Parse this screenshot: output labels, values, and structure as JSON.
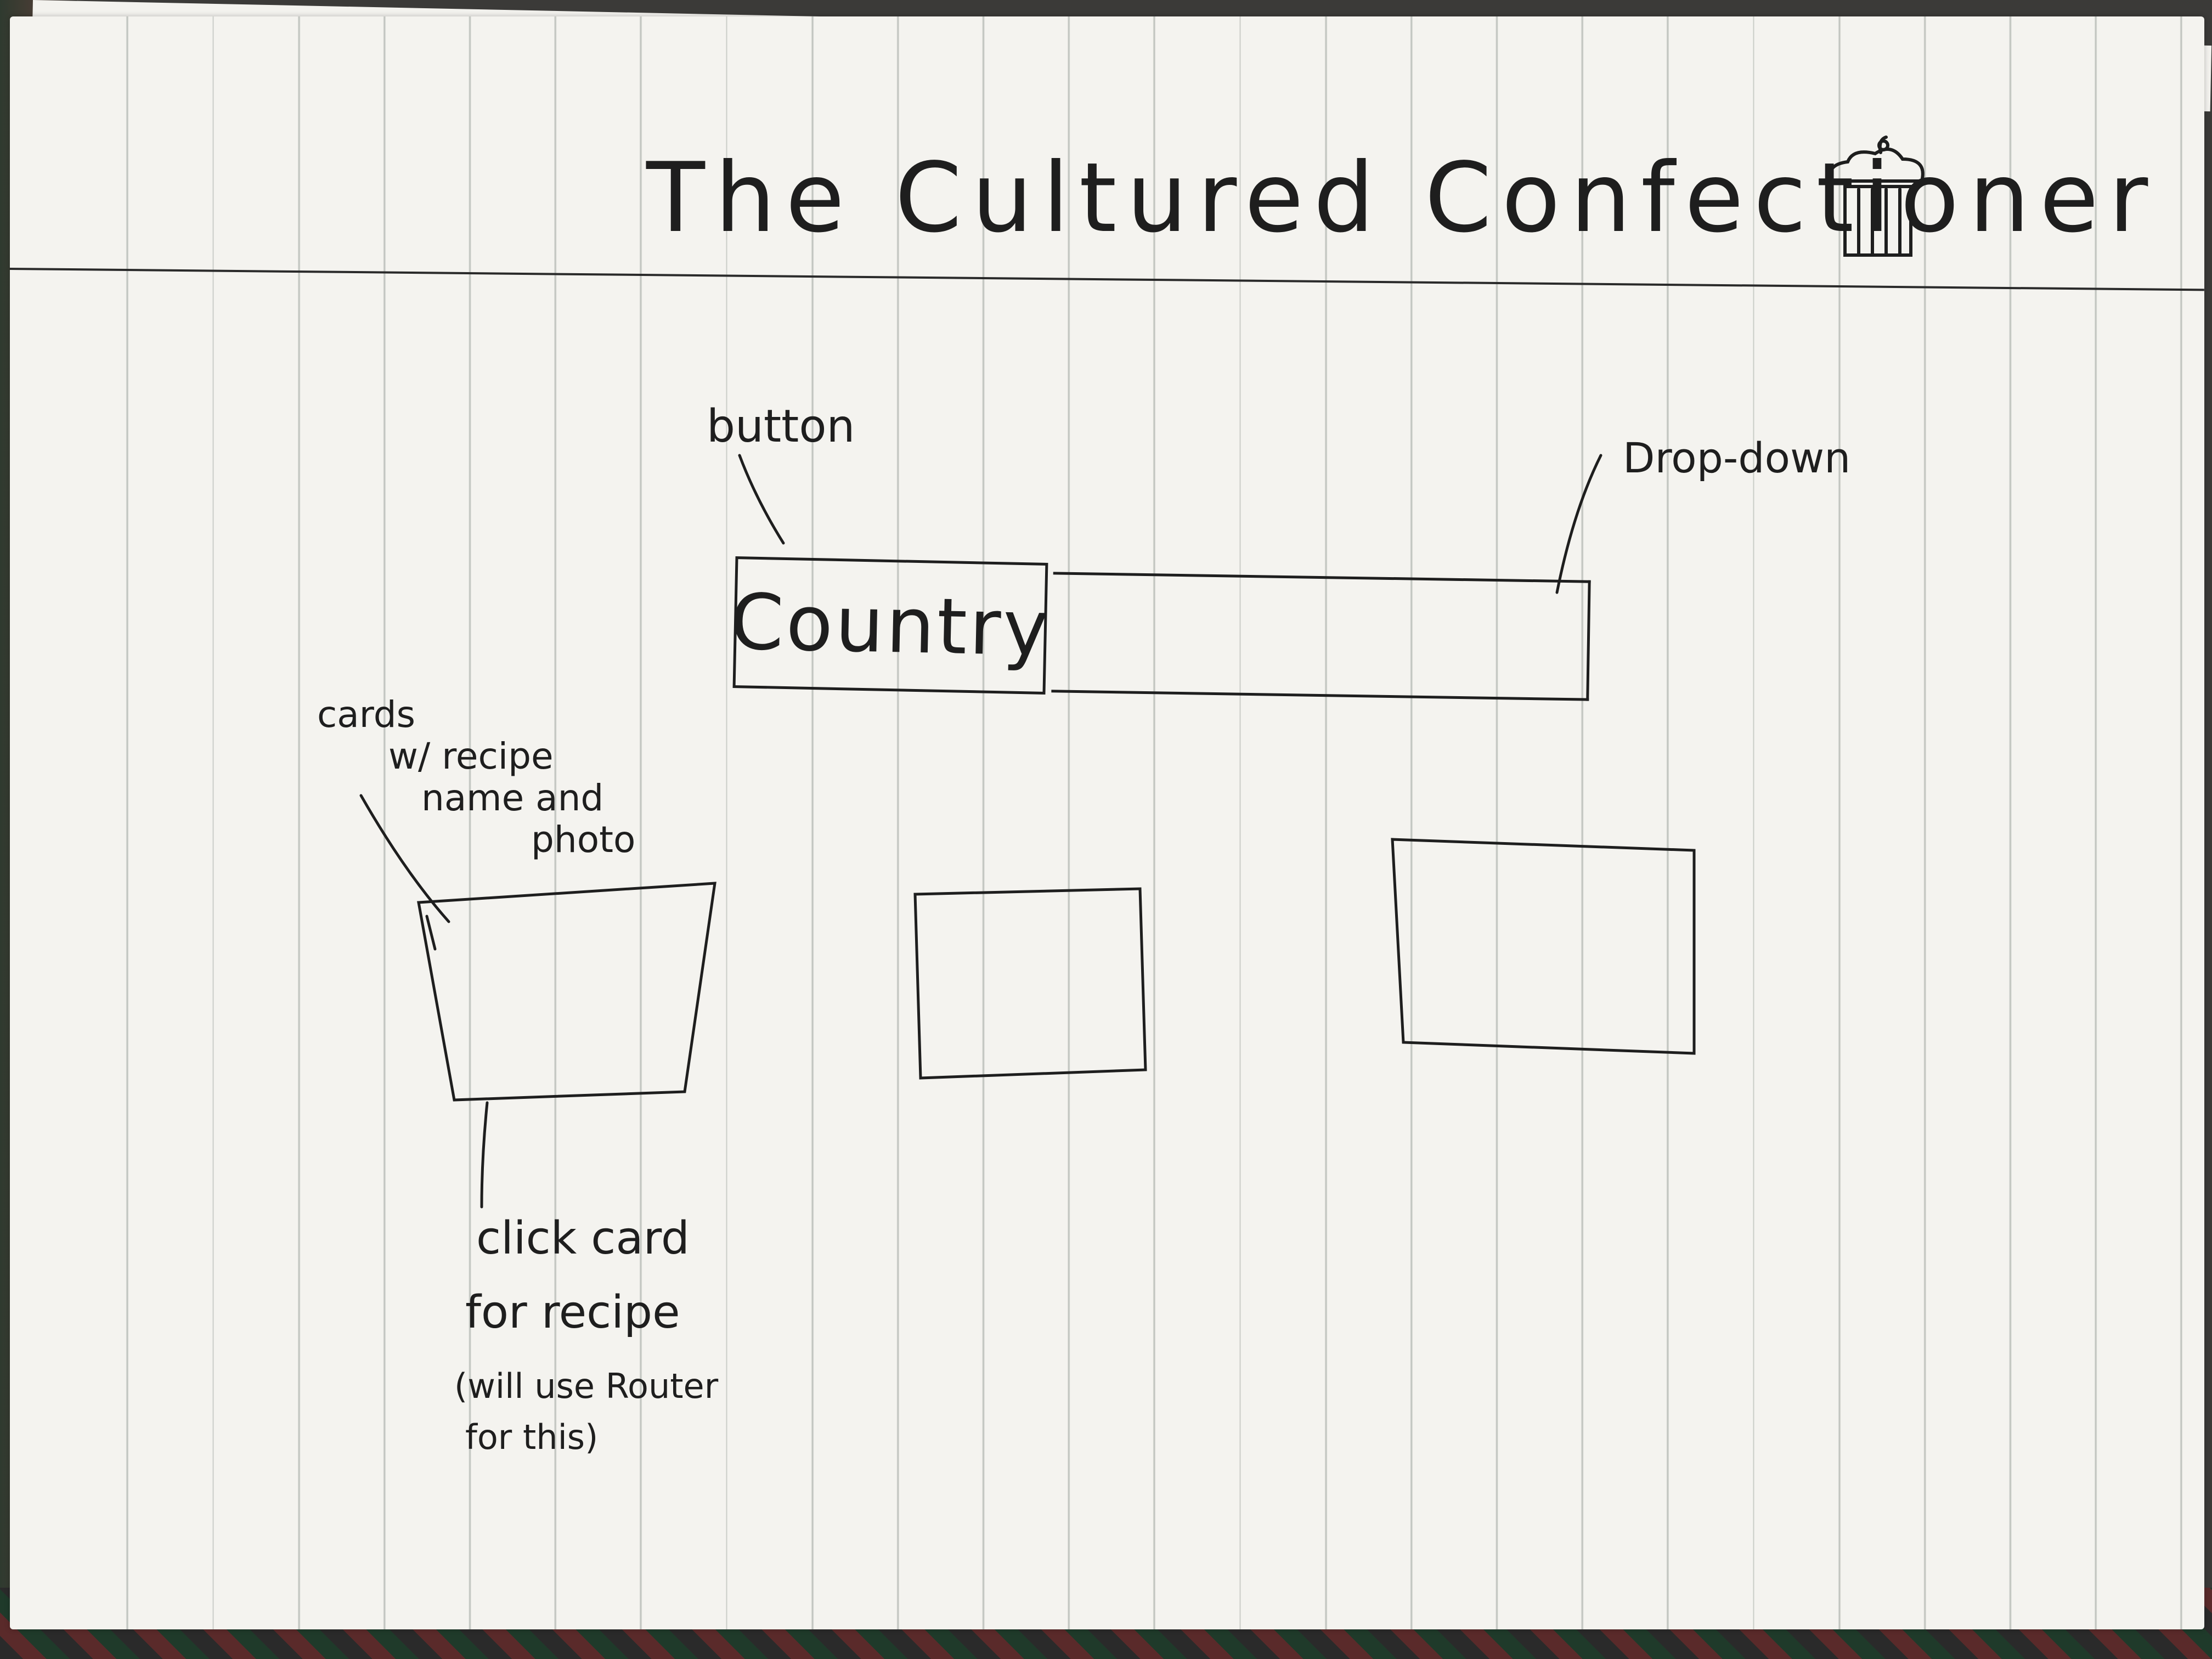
{
  "header": {
    "title": "The Cultured Confectioner",
    "logo_icon": "cupcake-icon"
  },
  "annotations": {
    "button_note": "button",
    "dropdown_note": "Drop-down",
    "cards_note": [
      "cards",
      "w/ recipe",
      "name and",
      "photo"
    ],
    "click_note": [
      "click card",
      "for recipe",
      "(will use Router",
      "for this)"
    ]
  },
  "controls": {
    "country_button_label": "Country"
  },
  "cards": [
    {
      "id": 1
    },
    {
      "id": 2
    },
    {
      "id": 3
    }
  ],
  "colors": {
    "paper": "#f4f3ef",
    "ink": "#1e1e1e",
    "rule_lines": "#b9bdb8"
  }
}
